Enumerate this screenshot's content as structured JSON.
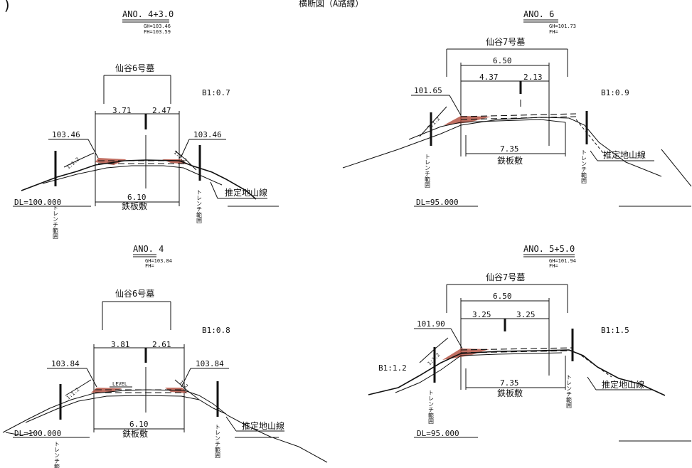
{
  "header": {
    "title": "横断図（A路線）",
    "corner_mark": ")"
  },
  "sections": [
    {
      "station": "ANO. 4+3.0",
      "gh": "GH=103.46",
      "fh": "FH=103.59",
      "grave": "仙谷6号墓",
      "dim_total_top": "",
      "dim_left": "3.71",
      "dim_right": "2.47",
      "slope_ratio": "B1:0.7",
      "slope_ratio_left": "",
      "elev_left": "103.46",
      "elev_right": "103.46",
      "dim_bottom": "6.10",
      "plate": "鉄板敷",
      "ground_label": "推定地山線",
      "datum": "DL=100.000",
      "trench_left": "トレンチ範囲",
      "trench_right": "トレンチ範囲",
      "ratio_marks": [
        "1:1.2",
        "1:1.2"
      ]
    },
    {
      "station": "ANO. 6",
      "gh": "GH=101.73",
      "fh": "FH=",
      "grave": "仙谷7号墓",
      "dim_total_top": "6.50",
      "dim_left": "4.37",
      "dim_right": "2.13",
      "slope_ratio": "B1:0.9",
      "slope_ratio_left": "",
      "elev_left": "101.65",
      "elev_right": "",
      "dim_bottom": "7.35",
      "plate": "鉄板敷",
      "ground_label": "推定地山線",
      "datum": "DL=95.000",
      "trench_left": "トレンチ範囲",
      "trench_right": "トレンチ範囲",
      "ratio_marks": [
        "1:1.2"
      ]
    },
    {
      "station": "ANO. 4",
      "gh": "GH=103.84",
      "fh": "FH=",
      "grave": "仙谷6号墓",
      "dim_total_top": "",
      "dim_left": "3.81",
      "dim_right": "2.61",
      "slope_ratio": "B1:0.8",
      "slope_ratio_left": "",
      "elev_left": "103.84",
      "elev_right": "103.84",
      "dim_bottom": "6.10",
      "plate": "鉄板敷",
      "ground_label": "推定地山線",
      "datum": "DL=100.000",
      "trench_left": "トレンチ範囲",
      "trench_right": "トレンチ範囲",
      "ratio_marks": [
        "1:1.2",
        "1:2"
      ],
      "level": "LEVEL"
    },
    {
      "station": "ANO. 5+5.0",
      "gh": "GH=101.94",
      "fh": "FH=",
      "grave": "仙谷7号墓",
      "dim_total_top": "6.50",
      "dim_left": "3.25",
      "dim_right": "3.25",
      "slope_ratio": "B1:1.5",
      "slope_ratio_left": "B1:1.2",
      "elev_left": "101.90",
      "elev_right": "",
      "dim_bottom": "7.35",
      "plate": "鉄板敷",
      "ground_label": "推定地山線",
      "datum": "DL=95.000",
      "trench_left": "トレンチ範囲",
      "trench_right": "トレンチ範囲",
      "ratio_marks": [
        "1:1.2"
      ]
    }
  ]
}
